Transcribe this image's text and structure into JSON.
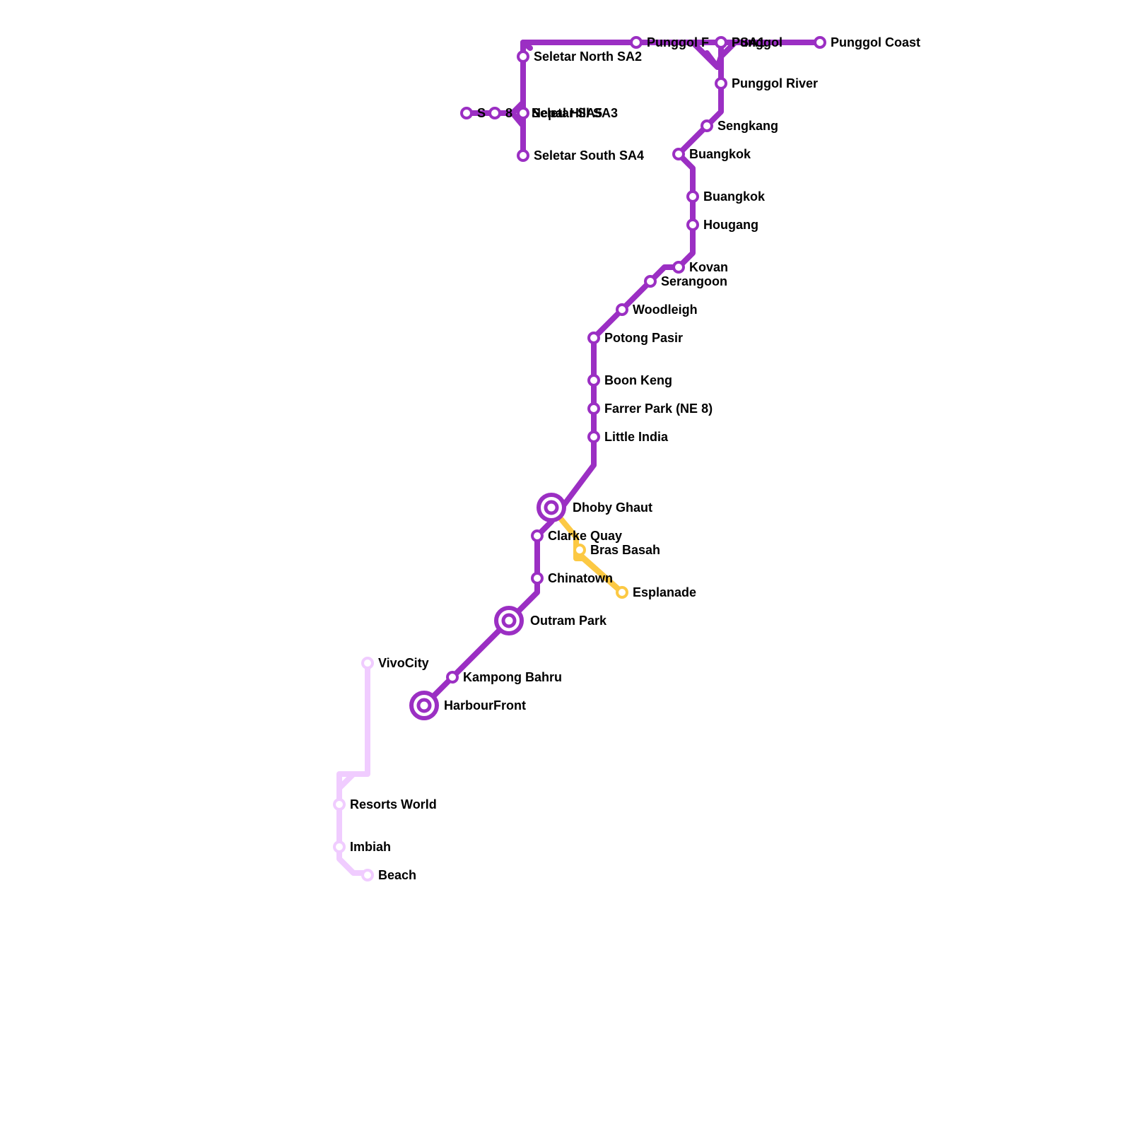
{
  "colors": {
    "purple_line": "#9b2fc3",
    "yellow_line": "#fcc944",
    "pink_line": "#f0ccff",
    "station_fill": "#ffffff",
    "label": "#000000"
  },
  "lines": [
    {
      "id": "north-east-line",
      "color": "#9b2fc3"
    },
    {
      "id": "circle-line",
      "color": "#fcc944"
    },
    {
      "id": "sentosa-express",
      "color": "#f0ccff"
    }
  ],
  "stations": {
    "harbourfront": "HarbourFront",
    "kampong_bahru": "Kampong Bahru",
    "outram_park": "Outram Park",
    "chinatown": "Chinatown",
    "clarke_quay": "Clarke Quay",
    "dhoby_ghaut": "Dhoby Ghaut",
    "little_india": "Little India",
    "farrer_park": "Farrer Park (NE 8)",
    "boon_keng": "Boon Keng",
    "potong_pasir": "Potong Pasir",
    "woodleigh": "Woodleigh",
    "serangoon": "Serangoon",
    "kovan": "Kovan",
    "hougang": "Hougang",
    "buangkok_1": "Buangkok",
    "buangkok_2": "Buangkok",
    "sengkang": "Sengkang",
    "punggol_river": "Punggol River",
    "punggol": "Punggol",
    "psa1": "PSA1",
    "punggol_coast": "Punggol Coast",
    "punggol_fp": "Punggol F",
    "seletar_north": "Seletar North SA2",
    "seletar_south": "Seletar South SA4",
    "seletar_cluster_1": "Nepal Hill SA3",
    "seletar_cluster_2": "Seletar SA5",
    "west_label_1": "S",
    "west_label_2": "8",
    "bras_basah": "Bras Basah",
    "esplanade": "Esplanade",
    "vivocity": "VivoCity",
    "resorts_world": "Resorts World",
    "imbiah": "Imbiah",
    "beach": "Beach"
  }
}
